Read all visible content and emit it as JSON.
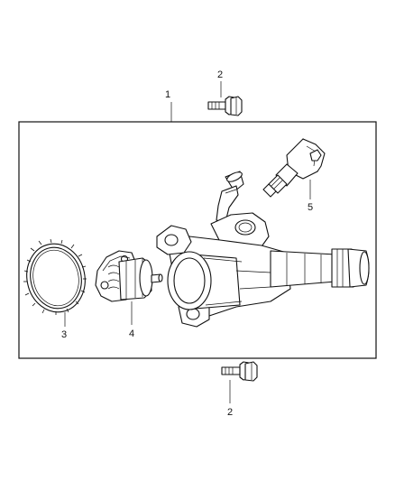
{
  "callouts": {
    "c1": "1",
    "c2_top": "2",
    "c2_bottom": "2",
    "c3": "3",
    "c4": "4",
    "c5": "5"
  },
  "icons": [
    "bolt-icon",
    "seal-ring-icon",
    "thermostat-icon",
    "temperature-sensor-icon",
    "thermostat-housing-icon"
  ]
}
